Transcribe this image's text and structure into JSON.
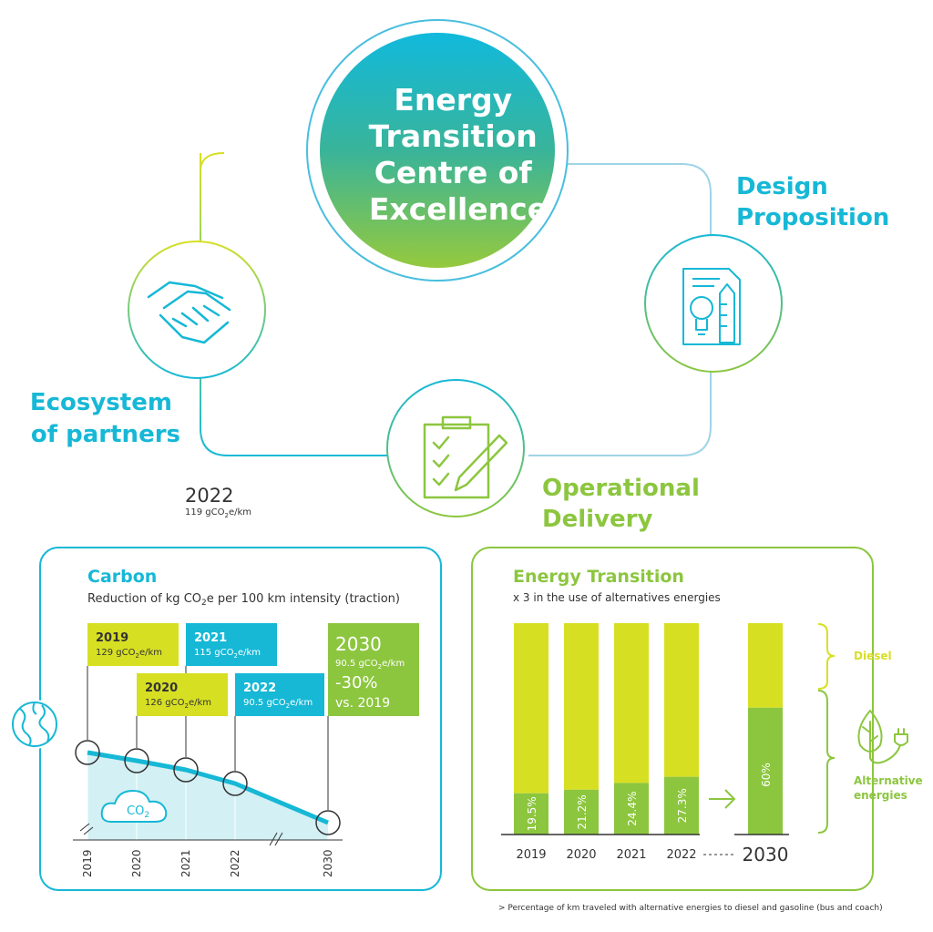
{
  "hub": {
    "title_lines": [
      "Energy",
      "Transition",
      "Centre of",
      "Excellence"
    ],
    "ecosystem_lines": [
      "Ecosystem",
      "of partners"
    ],
    "design_lines": [
      "Design",
      "Proposition"
    ],
    "operational_lines": [
      "Operational",
      "Delivery"
    ],
    "icons": [
      "handshake-icon",
      "design-idea-icon",
      "checklist-icon"
    ]
  },
  "standalone_label": {
    "year": "2022",
    "value": "119 gCO",
    "sub": "2",
    "tail": "e/km"
  },
  "carbon_panel": {
    "title": "Carbon",
    "subtitle_pre": "Reduction of kg CO",
    "subtitle_sub": "2",
    "subtitle_post": "e per 100 km intensity (traction)",
    "cloud_label": "CO",
    "cloud_sub": "2",
    "icon": "globe-icon",
    "callouts": [
      {
        "year": "2019",
        "val": "129 gCO",
        "sub": "2",
        "tail": "e/km"
      },
      {
        "year": "2020",
        "val": "126 gCO",
        "sub": "2",
        "tail": "e/km"
      },
      {
        "year": "2021",
        "val": "115 gCO",
        "sub": "2",
        "tail": "e/km"
      },
      {
        "year": "2022",
        "val": "90.5 gCO",
        "sub": "2",
        "tail": "e/km"
      }
    ],
    "target": {
      "year": "2030",
      "val": "90.5 gCO",
      "sub": "2",
      "tail": "e/km",
      "pct": "-30%",
      "vs": "vs. 2019"
    },
    "axis_years": [
      "2019",
      "2020",
      "2021",
      "2022",
      "2030"
    ]
  },
  "energy_panel": {
    "title": "Energy Transition",
    "subtitle": "x 3 in the use of alternatives energies",
    "legend_diesel": "Diesel",
    "legend_alt_lines": [
      "Alternative",
      "energies"
    ],
    "icon": "leaf-plug-icon",
    "target_year": "2030"
  },
  "chart_data": {
    "type": "bar",
    "categories": [
      "2019",
      "2020",
      "2021",
      "2022",
      "2030"
    ],
    "series": [
      {
        "name": "Alternative energies",
        "values": [
          19.5,
          21.2,
          24.4,
          27.3,
          60
        ]
      },
      {
        "name": "Diesel",
        "values": [
          80.5,
          78.8,
          75.6,
          72.7,
          40
        ]
      }
    ],
    "value_labels": [
      "19.5%",
      "21.2%",
      "24.4%",
      "27.3%",
      "60%"
    ],
    "ylim": [
      0,
      100
    ],
    "stacked": true
  },
  "footnote": "> Percentage of km traveled with alternative energies to diesel and gasoline (bus and coach)",
  "colors": {
    "cyan": "#16b8d6",
    "green": "#8cc63f",
    "lime": "#d7df23",
    "teal_light": "#c8ecf1",
    "dark": "#333333"
  }
}
